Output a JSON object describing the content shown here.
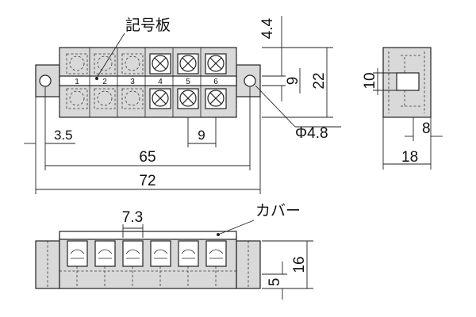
{
  "labels": {
    "marker_plate": "記号板",
    "cover": "カバー"
  },
  "terminal_numbers": [
    "1",
    "2",
    "3",
    "4",
    "5",
    "6"
  ],
  "dimensions": {
    "pitch": "9",
    "edge": "3.5",
    "hole_pitch": "65",
    "length": "72",
    "hole_dia": "Φ4.8",
    "top_offset": "4.4",
    "mount_width": "9",
    "width": "22",
    "side_inner": "10",
    "side_tab": "8",
    "depth": "18",
    "front_pitch": "7.3",
    "height": "16",
    "base_height": "5"
  }
}
